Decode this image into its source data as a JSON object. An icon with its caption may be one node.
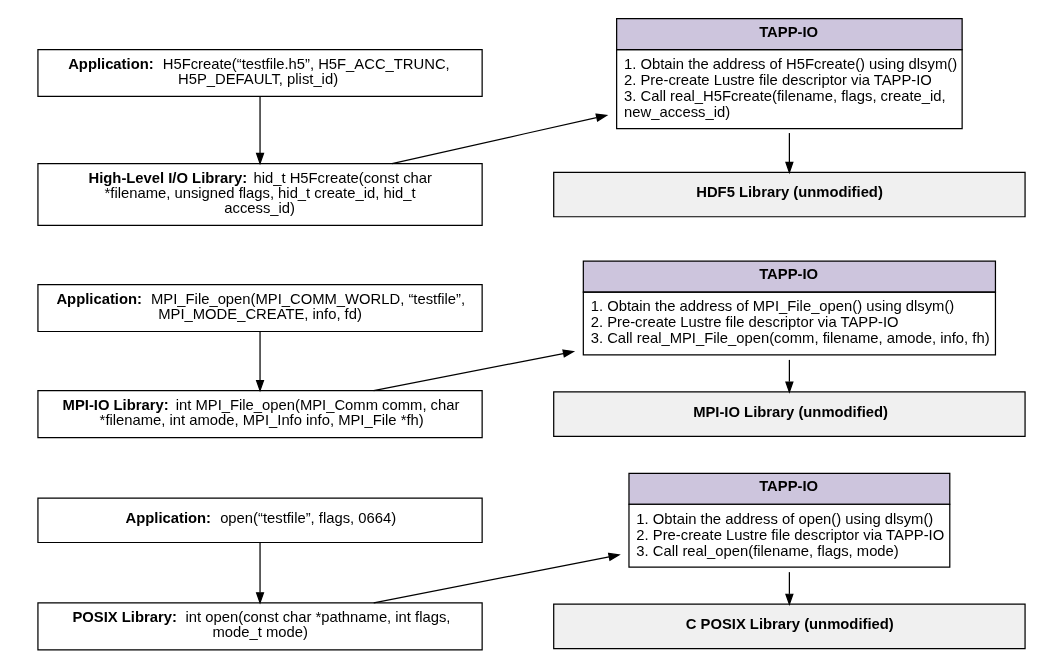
{
  "diagram": {
    "nodes": [
      {
        "text": [
          "Application: H5Fcreate(“testfile.h5”, H5F_ACC_TRUNC, H5P_DEFAULT, plist_id)"
        ]
      },
      {
        "text": [
          "High-Level I/O Library: hid_t H5Fcreate(const char *filename, unsigned flags, hid_t create_id, hid_t access_id)"
        ]
      },
      {
        "text": [
          "TAPP-IO",
          "1. Obtain the address of H5Fcreate() using dlsym()",
          "2. Pre-create Lustre file descriptor via TAPP-IO",
          "3. Call real_H5Fcreate(filename, flags, create_id, new_access_id)"
        ]
      },
      {
        "text": [
          "HDF5 Library (unmodified)"
        ]
      },
      {
        "text": [
          "Application: MPI_File_open(MPI_COMM_WORLD, “testfile”, MPI_MODE_CREATE, info, fd)"
        ]
      },
      {
        "text": [
          "MPI-IO Library: int MPI_File_open(MPI_Comm comm, char *filename, int amode, MPI_Info info, MPI_File *fh)"
        ]
      },
      {
        "text": [
          "TAPP-IO",
          "1. Obtain the address of MPI_File_open() using dlsym()",
          "2. Pre-create Lustre file descriptor via TAPP-IO",
          "3. Call real_MPI_File_open(comm, filename, amode, info, fh)"
        ]
      },
      {
        "text": [
          "MPI-IO Library (unmodified)"
        ]
      },
      {
        "text": [
          "Application: open(“testfile”, flags, 0664)"
        ]
      },
      {
        "text": [
          "POSIX Library: int open(const char *pathname, int flags, mode_t mode)"
        ]
      },
      {
        "text": [
          "TAPP-IO",
          "1. Obtain the address of open() using dlsym()",
          "2. Pre-create Lustre file descriptor via TAPP-IO",
          "3. Call real_open(filename, flags, mode)"
        ]
      },
      {
        "text": [
          "C POSIX Library (unmodified)"
        ]
      }
    ],
    "edges": [
      {
        "from": 0,
        "to": 1,
        "arrow": "to"
      },
      {
        "from": 1,
        "to": 2,
        "arrow": "to"
      },
      {
        "from": 2,
        "to": 3,
        "arrow": "to"
      },
      {
        "from": 4,
        "to": 5,
        "arrow": "to"
      },
      {
        "from": 5,
        "to": 6,
        "arrow": "to"
      },
      {
        "from": 6,
        "to": 7,
        "arrow": "to"
      },
      {
        "from": 8,
        "to": 9,
        "arrow": "to"
      },
      {
        "from": 9,
        "to": 10,
        "arrow": "to"
      },
      {
        "from": 10,
        "to": 11,
        "arrow": "to"
      }
    ]
  }
}
